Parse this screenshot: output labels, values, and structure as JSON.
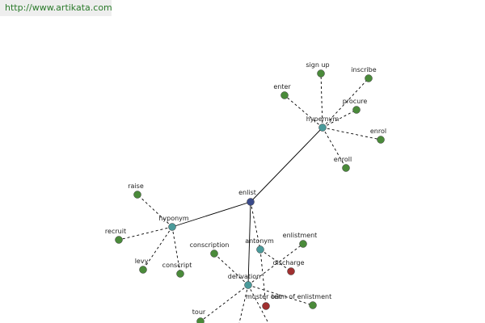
{
  "site": {
    "url_text": "http://www.artikata.com"
  },
  "colors": {
    "center": "#3a4a8a",
    "hub": "#4a9a9a",
    "leaf": "#4a8a3a",
    "leaf_alt": "#a03030",
    "edge": "#000000",
    "url_text": "#2a7a2a",
    "url_bg": "#eeeeee"
  },
  "graph": {
    "center": "enlist",
    "hubs": [
      {
        "id": "hypernym",
        "label": "hypernym"
      },
      {
        "id": "hyponym",
        "label": "hyponym"
      },
      {
        "id": "derivation",
        "label": "derivation"
      },
      {
        "id": "antonym",
        "label": "antonym"
      }
    ],
    "leaves": [
      {
        "id": "sign-up",
        "label": "sign up",
        "hub": "hypernym"
      },
      {
        "id": "inscribe",
        "label": "inscribe",
        "hub": "hypernym"
      },
      {
        "id": "enter",
        "label": "enter",
        "hub": "hypernym"
      },
      {
        "id": "procure",
        "label": "procure",
        "hub": "hypernym"
      },
      {
        "id": "enrol",
        "label": "enrol",
        "hub": "hypernym"
      },
      {
        "id": "enroll",
        "label": "enroll",
        "hub": "hypernym"
      },
      {
        "id": "raise",
        "label": "raise",
        "hub": "hyponym"
      },
      {
        "id": "recruit",
        "label": "recruit",
        "hub": "hyponym"
      },
      {
        "id": "levy",
        "label": "levy",
        "hub": "hyponym"
      },
      {
        "id": "conscript",
        "label": "conscript",
        "hub": "hyponym"
      },
      {
        "id": "conscription",
        "label": "conscription",
        "hub": "derivation"
      },
      {
        "id": "enlistment",
        "label": "enlistment",
        "hub": "derivation"
      },
      {
        "id": "term-of-enlistment",
        "label": "term of enlistment",
        "hub": "derivation"
      },
      {
        "id": "tour",
        "label": "tour",
        "hub": "derivation"
      },
      {
        "id": "discharge",
        "label": "discharge",
        "hub": "antonym",
        "alt": true
      },
      {
        "id": "muster-out",
        "label": "muster out",
        "hub": "antonym",
        "alt": true
      }
    ]
  }
}
